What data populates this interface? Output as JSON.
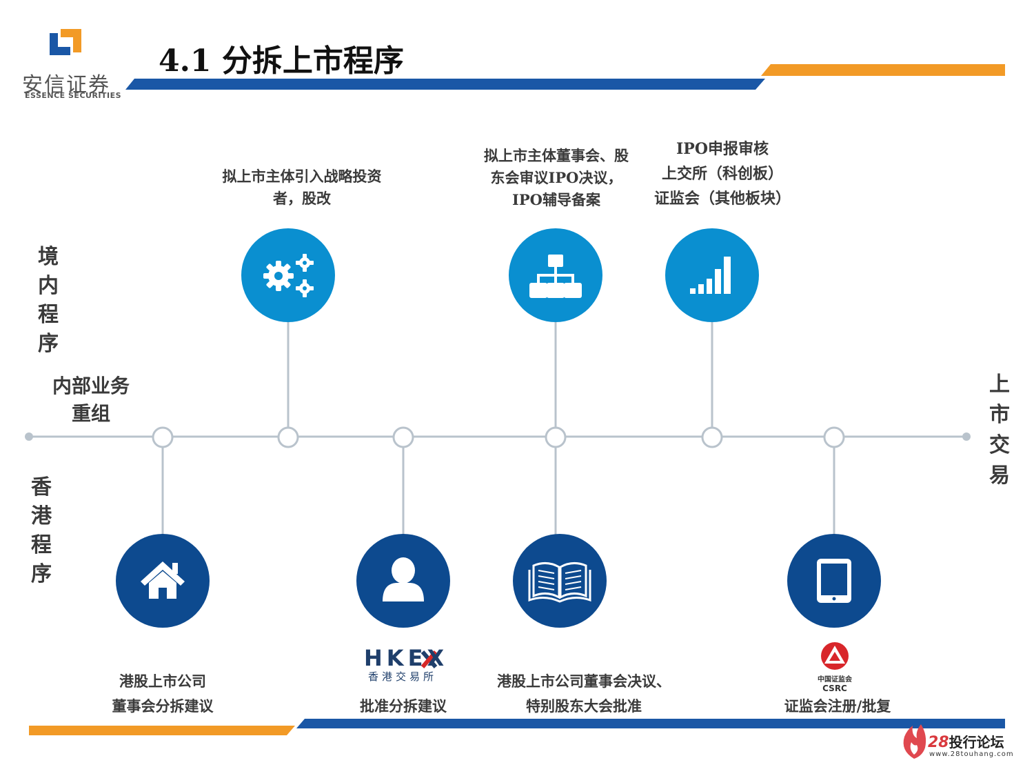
{
  "header": {
    "logo_cn": "安信证券",
    "logo_en": "ESSENCE SECURITIES",
    "title": "4.1 分拆上市程序"
  },
  "labels": {
    "domestic": "境内程序",
    "hongkong": "香港程序",
    "start": [
      "内部业务",
      "重组"
    ],
    "end": "上市交易"
  },
  "top_steps": [
    {
      "icon": "gears-icon",
      "text": [
        "拟上市主体引入战略投资",
        "者，股改"
      ]
    },
    {
      "icon": "org-chart-icon",
      "text": [
        "拟上市主体董事会、股",
        "东会审议IPO决议，",
        "IPO辅导备案"
      ]
    },
    {
      "icon": "signal-bars-icon",
      "text": [
        "IPO申报审核",
        "上交所（科创板）",
        "证监会（其他板块）"
      ]
    }
  ],
  "bottom_steps": [
    {
      "icon": "home-icon",
      "text": [
        "港股上市公司",
        "董事会分拆建议"
      ]
    },
    {
      "icon": "user-icon",
      "text": [
        "批准分拆建议"
      ]
    },
    {
      "icon": "open-book-icon",
      "text": [
        "港股上市公司董事会决议、",
        "特别股东大会批准"
      ]
    },
    {
      "icon": "tablet-icon",
      "text": [
        "证监会注册/批复"
      ]
    }
  ],
  "logos": {
    "hkex_main": "HKEX",
    "hkex_sub": "香港交易所",
    "csrc_cn": "中国证监会",
    "csrc_en": "CSRC"
  },
  "watermark": {
    "num": "28",
    "name": "投行论坛",
    "url": "www.28touhang.com"
  },
  "colors": {
    "dark_blue": "#0d4a8f",
    "light_blue": "#0a8fd0",
    "orange": "#f29a26",
    "line_gray": "#b9c3cc"
  }
}
